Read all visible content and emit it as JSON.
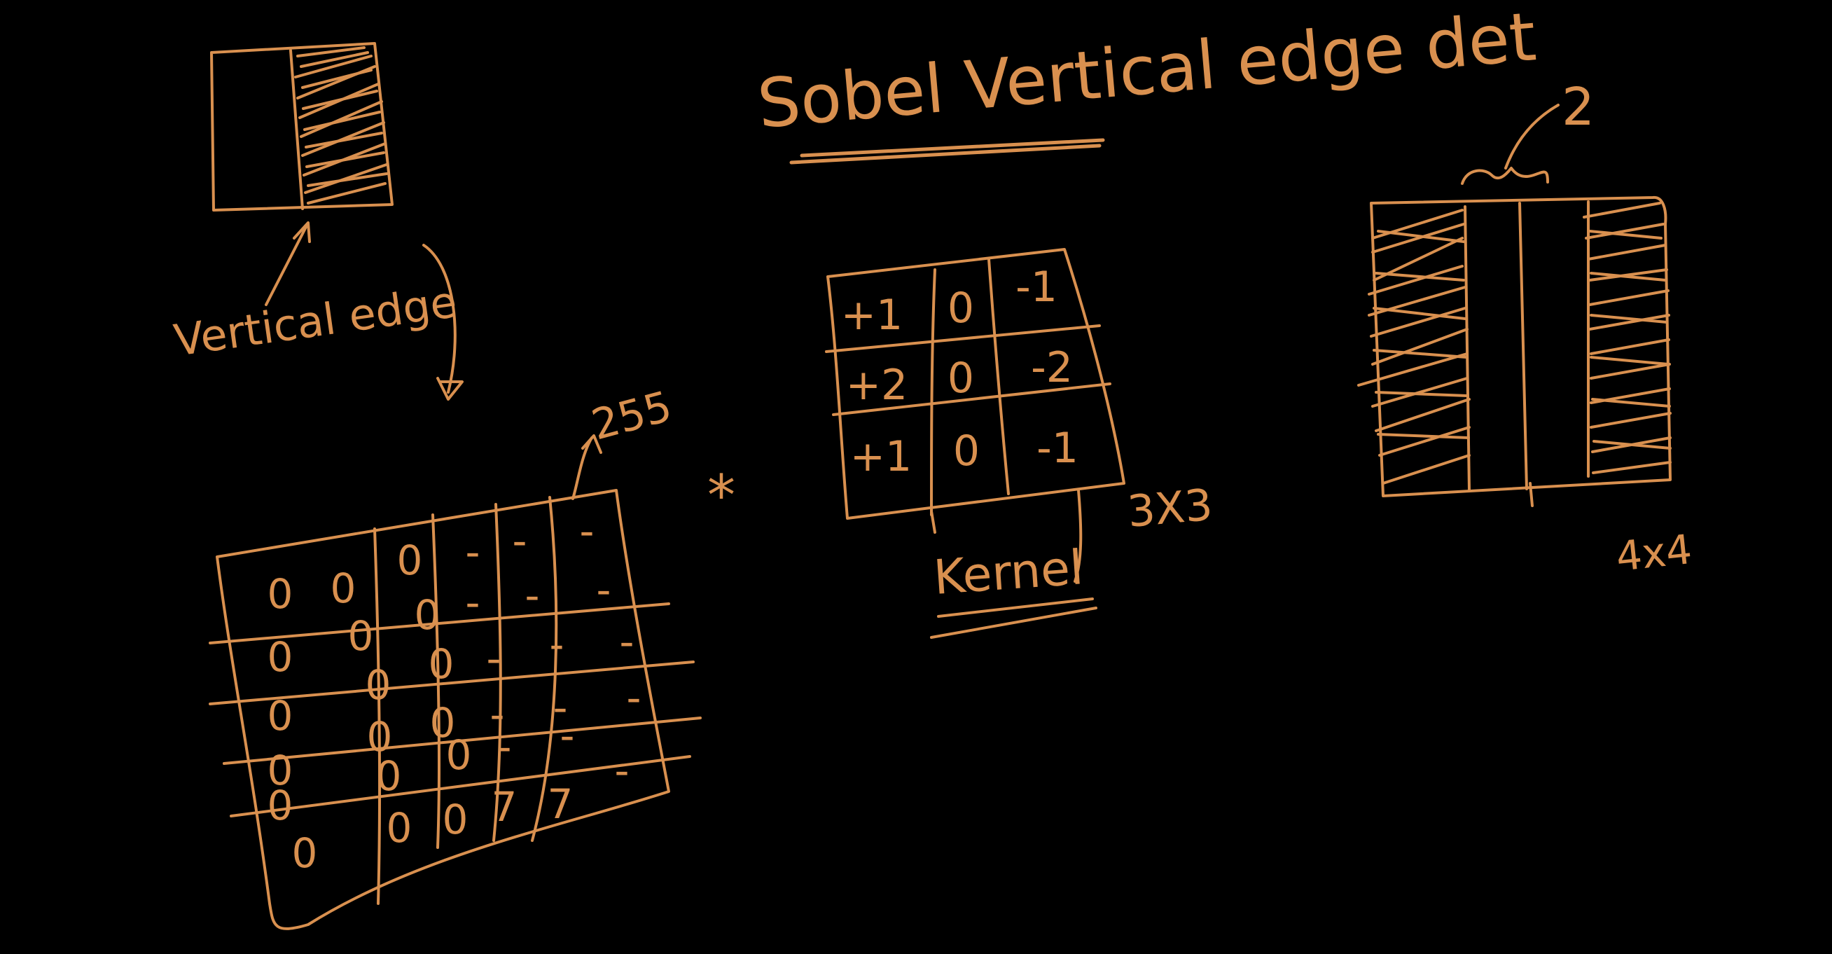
{
  "board": {
    "background_color": "#000000",
    "ink_color": "#d9904f",
    "title": "Sobel Vertical edge det"
  },
  "sketch_top_left": {
    "label": "Vertical edge"
  },
  "input_matrix": {
    "top_value": "255",
    "rows": [
      [
        "0",
        "0",
        "0",
        "-",
        "-",
        "-"
      ],
      [
        "0",
        "0",
        "0",
        "-",
        "-",
        "-"
      ],
      [
        "0",
        "0",
        "0",
        "-",
        "-",
        "-"
      ],
      [
        "0",
        "0",
        "0",
        "-",
        "-",
        "-"
      ],
      [
        "0",
        "0",
        "0",
        "-",
        "-",
        "-"
      ],
      [
        "0",
        "0",
        "0",
        "7",
        "7",
        ""
      ]
    ]
  },
  "operator": {
    "symbol": "*"
  },
  "kernel": {
    "rows": [
      [
        "+1",
        "0",
        "-1"
      ],
      [
        "+2",
        "0",
        "-2"
      ],
      [
        "+1",
        "0",
        "-1"
      ]
    ],
    "label": "Kernel",
    "size": "3X3"
  },
  "output": {
    "top_label": "2",
    "size": "4x4"
  }
}
